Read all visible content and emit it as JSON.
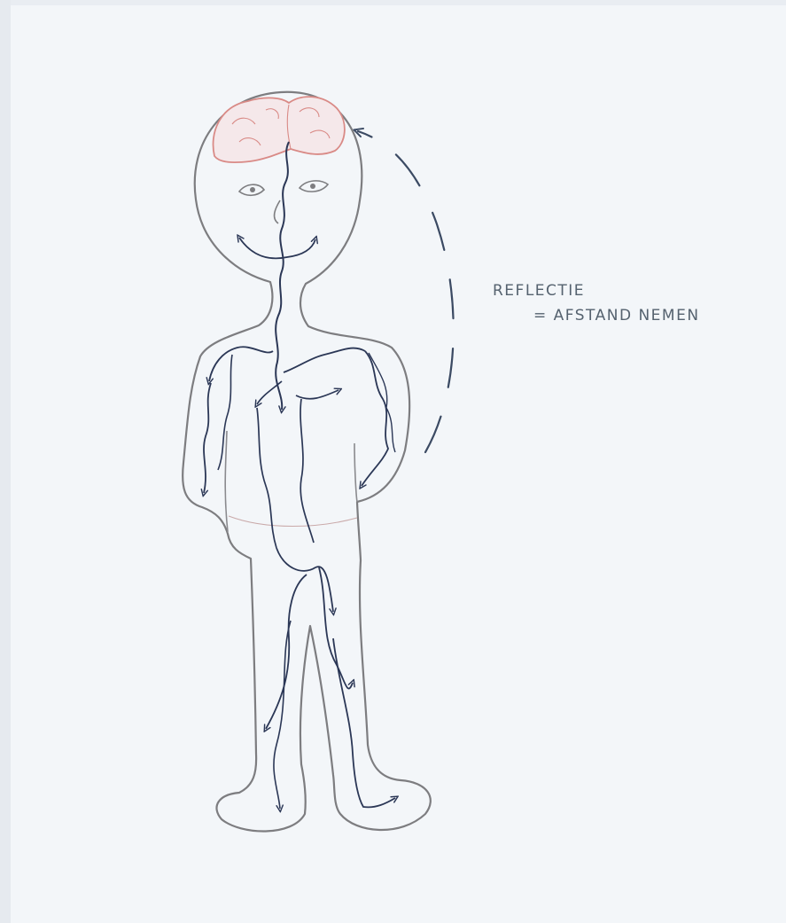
{
  "annotation": {
    "line1": "REFLECTIE",
    "line2": "= AFSTAND NEMEN"
  },
  "figure": {
    "subject": "standing-figure",
    "outline_color": "#7d7d80",
    "flow_color": "#2b3756",
    "brain_color": "#d98a86",
    "reflection_arc_color": "#3b4a63"
  }
}
